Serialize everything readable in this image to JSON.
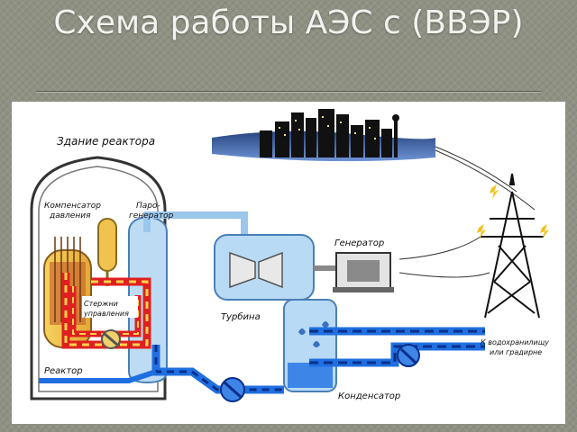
{
  "slide": {
    "title": "Схема работы АЭС с (ВВЭР)"
  },
  "diagram": {
    "labels": {
      "reactor_building": "Здание реактора",
      "pressurizer_line1": "Компенсатор",
      "pressurizer_line2": "давления",
      "steam_gen_line1": "Паро-",
      "steam_gen_line2": "генератор",
      "control_rods_line1": "Стержни",
      "control_rods_line2": "управления",
      "reactor": "Реактор",
      "turbine": "Турбина",
      "generator": "Генератор",
      "condenser": "Конденсатор",
      "outlet_line1": "К водохранилищу",
      "outlet_line2": "или градирне"
    },
    "colors": {
      "hot_loop": "#e02020",
      "hot_loop_dash": "#ffd24a",
      "cold_water": "#1f6fe0",
      "cold_water_dash": "#0a2f8a",
      "steam": "#b9daf5",
      "reactor_core": "#f2c94c",
      "city": "#1a1a1a",
      "sky": "#3a5fb0"
    }
  }
}
